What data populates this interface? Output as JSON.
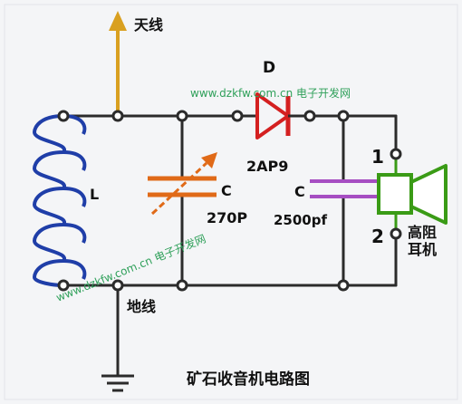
{
  "labels": {
    "antenna": "天线",
    "ground": "地线",
    "coil": "L",
    "diode_ref": "D",
    "diode_model": "2AP9",
    "vcap_ref": "C",
    "vcap_value": "270P",
    "cap_ref": "C",
    "cap_value": "2500pf",
    "pin1": "1",
    "pin2": "2",
    "headphone_line1": "高阻",
    "headphone_line2": "耳机",
    "caption": "矿石收音机电路图"
  },
  "watermarks": {
    "top": "www.dzkfw.com.cn 电子开发网",
    "diagonal": "www.dzkfw.com.cn 电子开发网"
  },
  "colors": {
    "wire": "#2b2b2b",
    "coil": "#1f3ea8",
    "antenna": "#d9a020",
    "diode": "#d42020",
    "variable_capacitor": "#e06a18",
    "capacitor": "#a64ec2",
    "headphone": "#3a9b16",
    "watermark": "#2fa05a",
    "background": "#f4f5f7"
  }
}
